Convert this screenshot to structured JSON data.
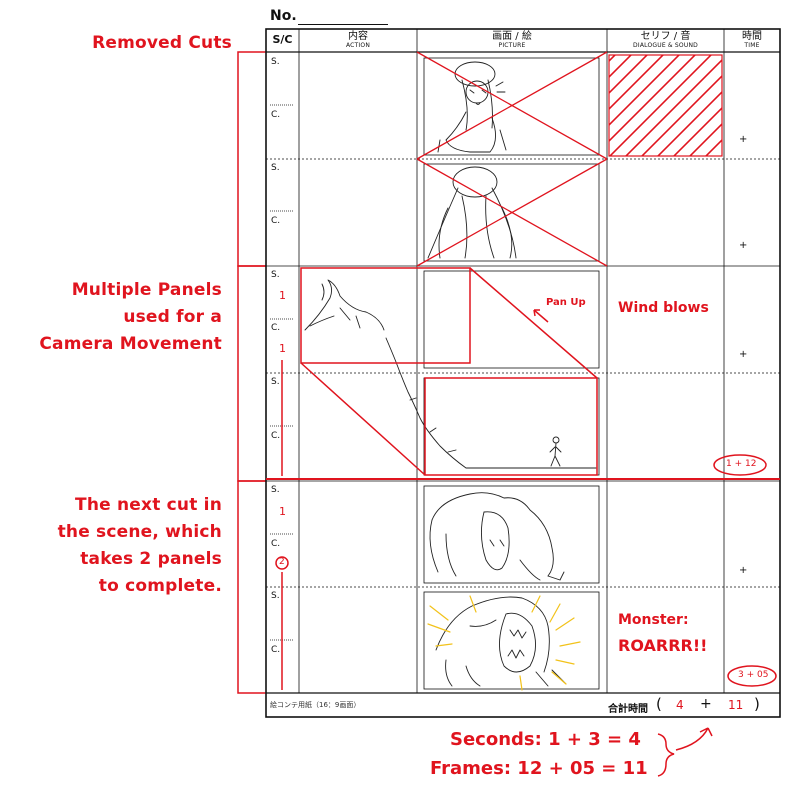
{
  "notes": {
    "removed_cuts": "Removed Cuts",
    "multiple_panels": "Multiple Panels\nused for a\nCamera Movement",
    "next_cut": "The next cut in\nthe scene, which\ntakes 2 panels\nto complete."
  },
  "sheet": {
    "no_label": "No.",
    "headers": [
      {
        "title": "S/C",
        "sub": ""
      },
      {
        "title": "内容",
        "sub": "ACTION"
      },
      {
        "title": "画面 / 絵",
        "sub": "PICTURE"
      },
      {
        "title": "セリフ / 音",
        "sub": "DIALOGUE & SOUND"
      },
      {
        "title": "時間",
        "sub": "TIME"
      }
    ],
    "scene_label": "S.",
    "cut_label": "C.",
    "plus_sign": "+",
    "footer_label": "絵コンテ用紙（16：9画面）",
    "total_label": "合計時間"
  },
  "annotations": {
    "scene_1": "1",
    "cut_1": "1",
    "scene_2": "1",
    "cut_2": "2",
    "pan_up": "Pan Up",
    "wind": "Wind blows",
    "monster_line1": "Monster:",
    "monster_line2": "ROARRR!!",
    "time_1": "1 + 12",
    "time_2": "3 + 05",
    "total_seconds": "4",
    "total_plus": "+",
    "total_frames": "11",
    "seconds_eq": "Seconds: 1 + 3 = 4",
    "frames_eq": "Frames: 12 + 05 = 11"
  },
  "colors": {
    "annotation_red": "#e0141e",
    "sketch_yellow": "#f2c21a",
    "ink": "#111111"
  }
}
